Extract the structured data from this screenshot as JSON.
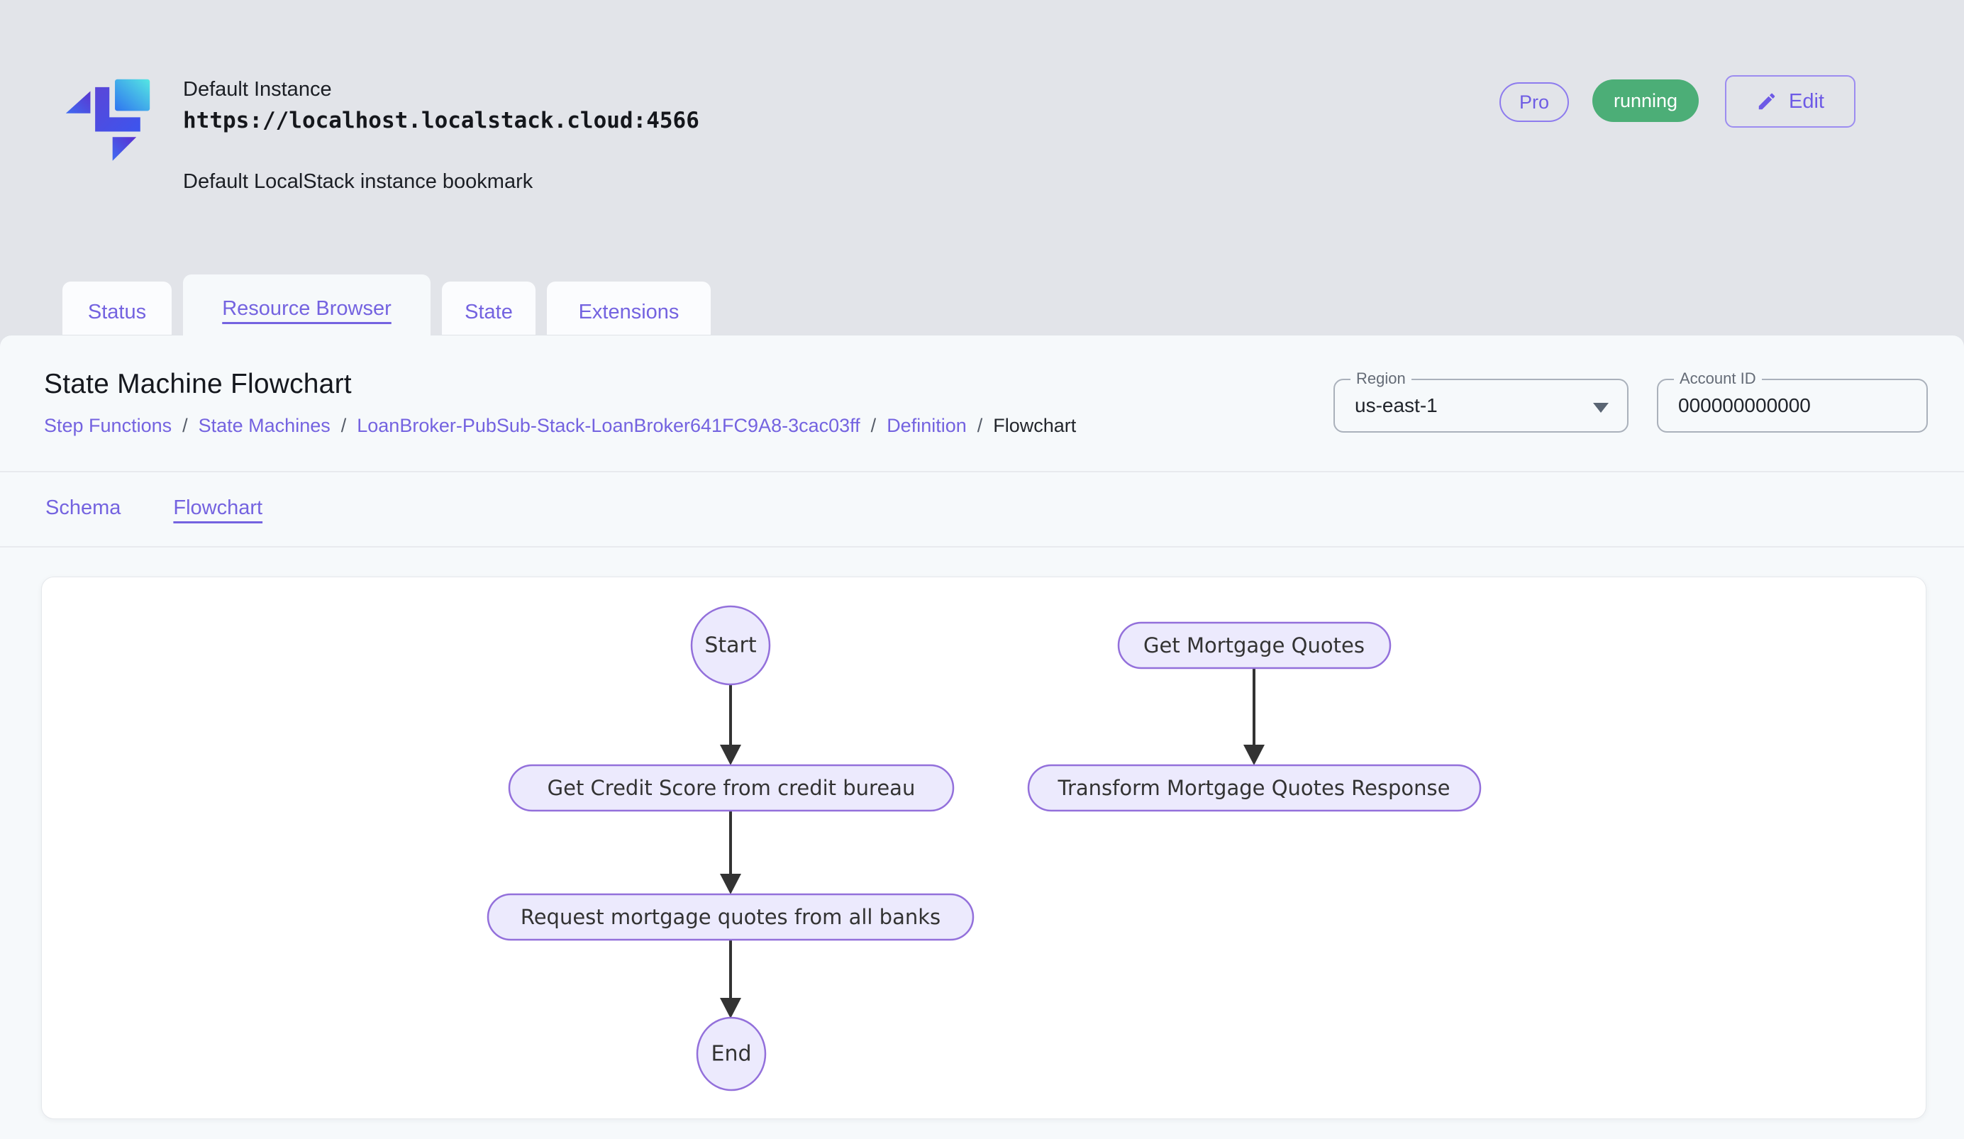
{
  "header": {
    "instance_name": "Default Instance",
    "instance_url": "https://localhost.localstack.cloud:4566",
    "instance_description": "Default LocalStack instance bookmark",
    "pro_badge": "Pro",
    "status_badge": "running",
    "edit_button": "Edit"
  },
  "tabs": [
    {
      "label": "Status",
      "active": false
    },
    {
      "label": "Resource Browser",
      "active": true
    },
    {
      "label": "State",
      "active": false
    },
    {
      "label": "Extensions",
      "active": false
    }
  ],
  "page": {
    "title": "State Machine Flowchart",
    "breadcrumbs": {
      "0": "Step Functions",
      "1": "State Machines",
      "2": "LoanBroker-PubSub-Stack-LoanBroker641FC9A8-3cac03ff",
      "3": "Definition",
      "4": "Flowchart",
      "separator": "/"
    },
    "region": {
      "label": "Region",
      "value": "us-east-1"
    },
    "account": {
      "label": "Account ID",
      "value": "000000000000"
    },
    "subtabs": {
      "schema": "Schema",
      "flowchart": "Flowchart"
    }
  },
  "flowchart": {
    "nodes": {
      "start": "Start",
      "credit": "Get Credit Score from credit bureau",
      "request": "Request mortgage quotes from all banks",
      "end": "End",
      "mortgage": "Get Mortgage Quotes",
      "transform": "Transform Mortgage Quotes Response"
    },
    "edges": [
      {
        "from": "start",
        "to": "credit"
      },
      {
        "from": "credit",
        "to": "request"
      },
      {
        "from": "request",
        "to": "end"
      },
      {
        "from": "mortgage",
        "to": "transform"
      }
    ]
  },
  "colors": {
    "accent_purple": "#7463e0",
    "node_fill": "#eceafd",
    "node_stroke": "#9370db",
    "edge": "#333333",
    "status_green": "#4cae77",
    "header_bg": "#e2e4e9",
    "panel_bg": "#f6f9fb"
  }
}
